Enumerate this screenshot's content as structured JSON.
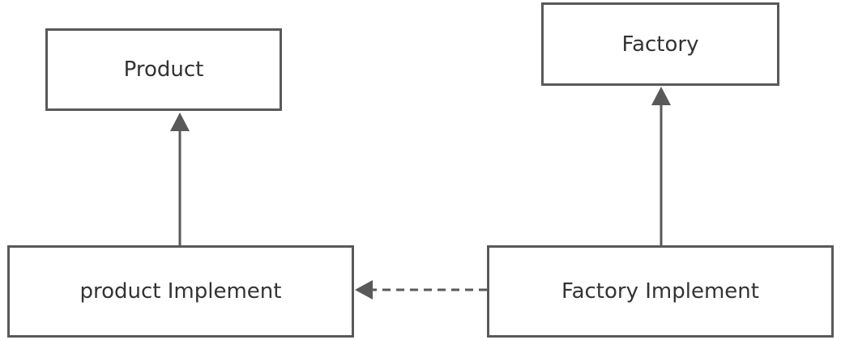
{
  "diagram": {
    "nodes": {
      "product": {
        "label": "Product"
      },
      "factory": {
        "label": "Factory"
      },
      "product_impl": {
        "label": "product Implement"
      },
      "factory_impl": {
        "label": "Factory Implement"
      }
    },
    "edges": [
      {
        "from": "product_impl",
        "to": "product",
        "style": "solid",
        "arrow": "filled-triangle"
      },
      {
        "from": "factory_impl",
        "to": "factory",
        "style": "solid",
        "arrow": "filled-triangle"
      },
      {
        "from": "factory_impl",
        "to": "product_impl",
        "style": "dashed",
        "arrow": "filled-triangle"
      }
    ],
    "colors": {
      "stroke": "#595959",
      "text": "#333333",
      "background": "#ffffff"
    }
  }
}
